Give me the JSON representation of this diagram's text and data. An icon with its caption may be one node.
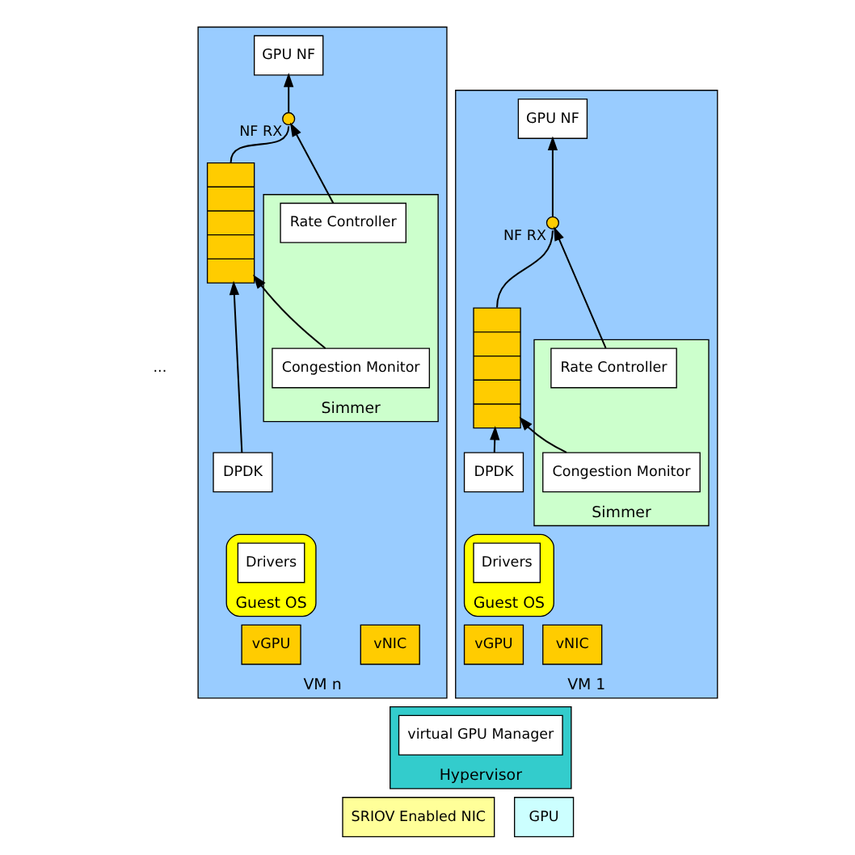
{
  "diagram": {
    "nodes": [
      {
        "text": [
          "VM 1"
        ]
      },
      {
        "text": [
          "GPU NF"
        ],
        "in": 0
      },
      {
        "text": [
          "Simmer"
        ],
        "in": 0
      },
      {
        "text": [
          "Rate Controller"
        ],
        "in": 2
      },
      {
        "text": [
          "Congestion Monitor"
        ],
        "in": 2
      },
      {
        "text": [],
        "shape": "switch",
        "beside": [
          "NF RX"
        ],
        "in": 0
      },
      {
        "text": [],
        "shape": "queue",
        "in": 0
      },
      {
        "text": [
          "DPDK"
        ],
        "in": 0
      },
      {
        "text": [
          "Guest OS"
        ],
        "in": 0
      },
      {
        "text": [
          "Drivers"
        ],
        "in": 8
      },
      {
        "text": [
          "vNIC"
        ],
        "in": 0
      },
      {
        "text": [
          "vGPU"
        ],
        "in": 0
      },
      {
        "text": [
          "VM n"
        ]
      },
      {
        "text": [
          "GPU NF"
        ],
        "in": 12
      },
      {
        "text": [
          "Simmer"
        ],
        "in": 12
      },
      {
        "text": [
          "Rate Controller"
        ],
        "in": 14
      },
      {
        "text": [
          "Congestion Monitor"
        ],
        "in": 14
      },
      {
        "text": [],
        "shape": "switch",
        "beside": [
          "NF RX"
        ],
        "in": 12
      },
      {
        "text": [],
        "shape": "queue",
        "in": 12
      },
      {
        "text": [
          "DPDK"
        ],
        "in": 12
      },
      {
        "text": [
          "Guest OS"
        ],
        "in": 12
      },
      {
        "text": [
          "Drivers"
        ],
        "in": 20
      },
      {
        "text": [
          "vNIC"
        ],
        "in": 12
      },
      {
        "text": [
          "vGPU"
        ],
        "in": 12
      },
      {
        "text": [
          "Hypervisor"
        ]
      },
      {
        "text": [
          "virtual GPU Manager"
        ],
        "in": 24
      },
      {
        "text": [
          "SRIOV Enabled NIC"
        ]
      },
      {
        "text": [
          "GPU"
        ]
      }
    ],
    "edges": [
      {
        "from": 7,
        "to": 6,
        "arrow": "to"
      },
      {
        "from": 6,
        "to": 5,
        "arrow": "none"
      },
      {
        "from": 5,
        "to": 1,
        "arrow": "to"
      },
      {
        "from": 3,
        "to": 5,
        "arrow": "to"
      },
      {
        "from": 4,
        "to": 6,
        "arrow": "to"
      },
      {
        "from": 19,
        "to": 18,
        "arrow": "to"
      },
      {
        "from": 18,
        "to": 17,
        "arrow": "none"
      },
      {
        "from": 17,
        "to": 13,
        "arrow": "to"
      },
      {
        "from": 15,
        "to": 17,
        "arrow": "to"
      },
      {
        "from": 16,
        "to": 18,
        "arrow": "to"
      }
    ],
    "labels": [
      "..."
    ]
  }
}
